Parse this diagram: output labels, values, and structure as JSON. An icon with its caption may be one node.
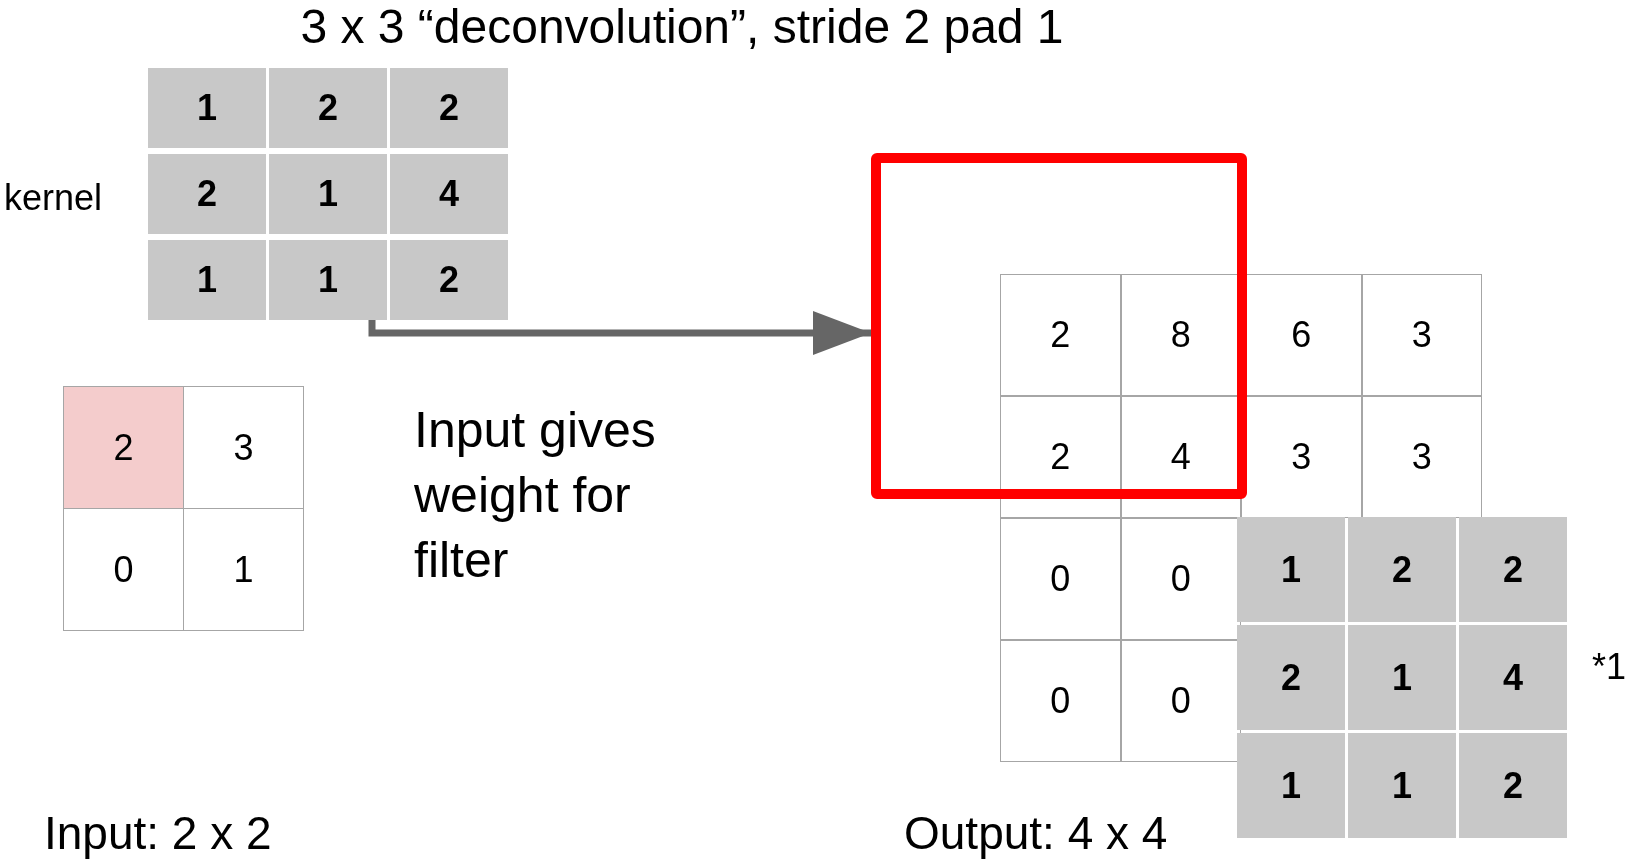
{
  "diagram": {
    "title": "3 x 3 “deconvolution”, stride 2 pad 1",
    "nodes": [
      {
        "text": [],
        "shape": "box"
      },
      {
        "text": [],
        "shape": "box"
      }
    ],
    "edges": [
      {
        "from": 0,
        "to": 1,
        "arrow": "to"
      }
    ],
    "labels": [
      "1",
      "2",
      "2",
      "kernel",
      "2",
      "1",
      "4",
      "1",
      "1",
      "2",
      "2",
      "3",
      "Input gives weight for filter",
      "0",
      "1",
      "2",
      "8",
      "6",
      "3",
      "2",
      "4",
      "3",
      "3",
      "0",
      "0",
      "1",
      "2",
      "2",
      "2",
      "1",
      "4",
      "*1",
      "0",
      "0",
      "1",
      "1",
      "2",
      "Input: 2 x 2",
      "Output: 4 x 4"
    ]
  }
}
